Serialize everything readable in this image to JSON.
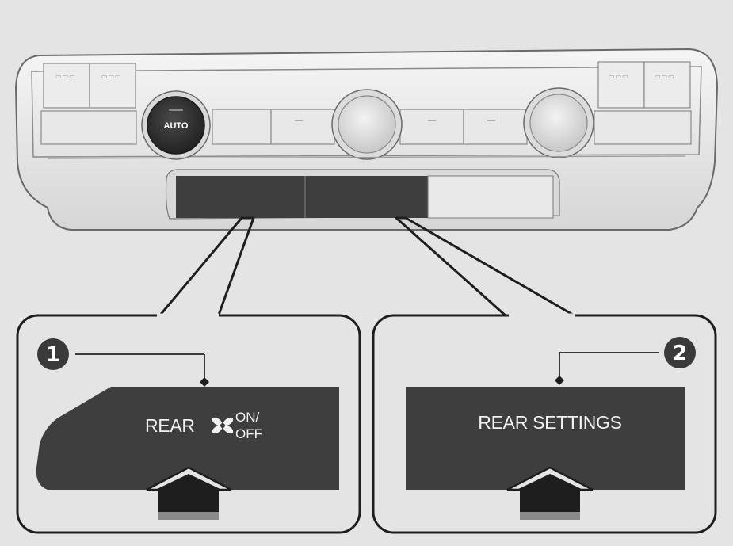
{
  "panel": {
    "auto_label": "AUTO",
    "indicator_dots": "▭▭▭"
  },
  "callouts": [
    {
      "number": "1",
      "button_label": "REAR",
      "icon": "fan-icon",
      "on_label": "ON/",
      "off_label": "OFF"
    },
    {
      "number": "2",
      "button_label": "REAR SETTINGS"
    }
  ],
  "colors": {
    "background": "#e4e4e4",
    "button_dark": "#3e3e3e",
    "callout_marker": "#3a3a3a"
  }
}
